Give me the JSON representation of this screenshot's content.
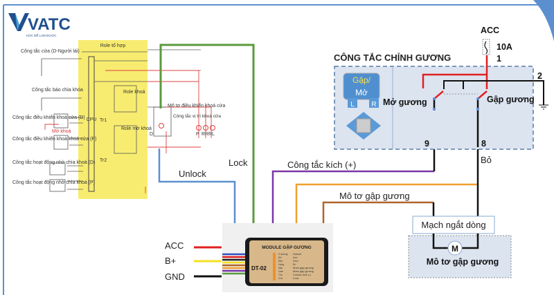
{
  "logo": {
    "brand": "VATC",
    "tagline": "HỌC ĐỂ LÀM ĐƯỢC"
  },
  "relay_schematic": {
    "title": "Role tổ hợp",
    "cpu_label": "CPU",
    "left_labels": [
      "Công tắc cửa (D-Người lái)",
      "Công tắc báo chìa khóa",
      "Công tắc điều khiển khoá cửa (D)",
      "Công tắc điều khiển khoá khoá cửa (P)",
      "Công tắc hoạt động nhờ chìa khoá (D)",
      "Công tắc hoạt động nhờ chìa khoá (P)"
    ],
    "unlock_switch_label": "Mở khoá",
    "relay_lock": "Role khoá",
    "relay_unlock": "Role mở khoá",
    "tr1": "Tr1",
    "tr2": "Tr2",
    "motor_title": "Mô tơ điều khiển khoá cửa",
    "position_switch": "Công tắc vị trí khoá cửa",
    "motors": [
      "D",
      "P",
      "RR",
      "RL"
    ]
  },
  "wires": {
    "lock": "Lock",
    "unlock": "Unlock",
    "trigger": "Công tắc kích (+)",
    "fold_motor": "Mô tơ gập gương",
    "acc": "ACC",
    "bplus": "B+",
    "gnd": "GND",
    "colors": {
      "lock": "#5a9a3c",
      "unlock": "#5b8fd0",
      "trigger": "#7a35a8",
      "orange": "#f0a030",
      "brown": "#b0642a",
      "acc": "#e02020",
      "bplus": "#f5e020",
      "gnd": "#111111"
    }
  },
  "module": {
    "title": "MODULE GẬP GƯƠNG",
    "model": "DT-02",
    "pins": [
      {
        "color": "X.dương",
        "func": "Unlock"
      },
      {
        "color": "Đỏ",
        "func": "Acc"
      },
      {
        "color": "Đen",
        "func": "Gnd"
      },
      {
        "color": "Vàng",
        "func": "B+"
      },
      {
        "color": "Nâu",
        "func": "Moto gập gương"
      },
      {
        "color": "Cam",
        "func": "Moto gập gương"
      },
      {
        "color": "Tím",
        "func": "Contac kích (-)"
      },
      {
        "color": "X.lá",
        "func": "Lock"
      }
    ]
  },
  "mirror_switch": {
    "title": "CÔNG TẮC CHỈNH GƯƠNG",
    "fold_button_top": "Gập/",
    "fold_button_bottom": "Mở",
    "left_btn": "L",
    "right_btn": "R",
    "open_label": "Mở gương",
    "fold_label": "Gập gương",
    "acc": "ACC",
    "fuse": "10A",
    "pins": {
      "p1": "1",
      "p2": "2",
      "p9": "9",
      "p8": "8"
    },
    "remove": "Bỏ"
  },
  "cutoff_circuit": "Mạch ngắt dòng",
  "fold_motor": {
    "symbol": "M",
    "label": "Mô tơ gập gương"
  }
}
